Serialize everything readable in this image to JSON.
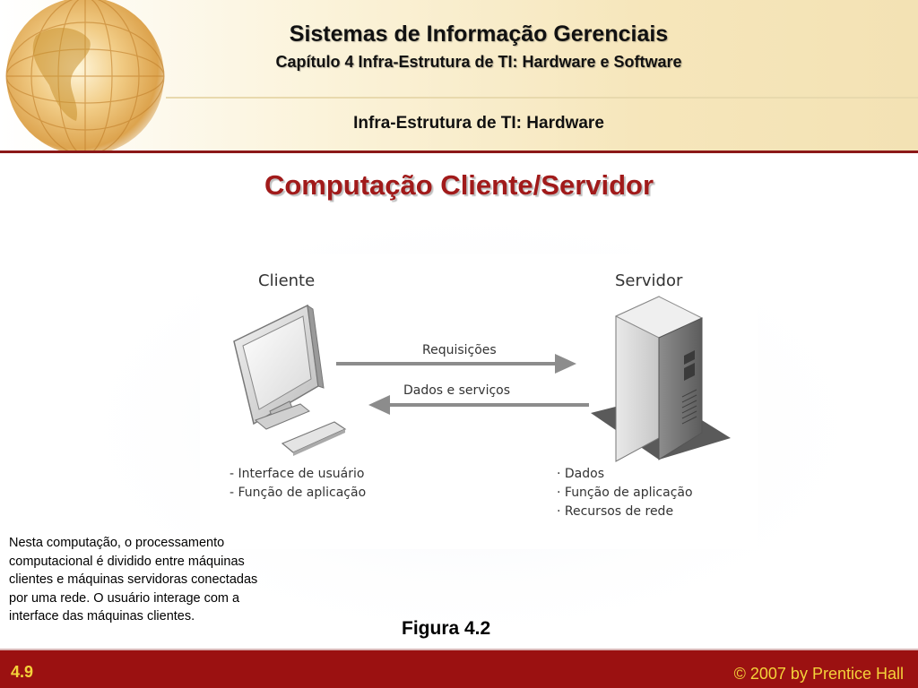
{
  "header": {
    "title": "Sistemas de Informação Gerenciais",
    "subtitle": "Capítulo 4 Infra-Estrutura de TI: Hardware e Software",
    "section": "Infra-Estrutura de TI: Hardware"
  },
  "slide": {
    "heading": "Computação Cliente/Servidor",
    "description": "Nesta computação, o processamento computacional é dividido entre máquinas clientes e máquinas servidoras conectadas por uma rede. O usuário interage com a interface das máquinas clientes.",
    "figure_caption": "Figura 4.2"
  },
  "figure": {
    "client_label": "Cliente",
    "server_label": "Servidor",
    "arrow_top": "Requisições",
    "arrow_bottom": "Dados e serviços",
    "client_items": [
      "- Interface de usuário",
      "- Função de aplicação"
    ],
    "server_items": [
      "· Dados",
      "· Função de aplicação",
      "· Recursos de rede"
    ]
  },
  "footer": {
    "page": "4.9",
    "copyright": "© 2007 by Prentice Hall"
  },
  "colors": {
    "heading": "#a11a1a",
    "footer_bg": "#9b1111",
    "footer_text": "#f4d23a"
  }
}
